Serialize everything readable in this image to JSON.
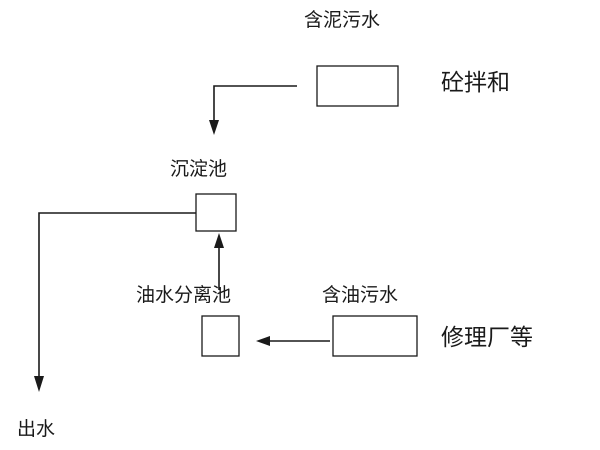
{
  "labels": {
    "mud_wastewater": "含泥污水",
    "concrete_mixing": "砼拌和",
    "sedimentation_tank": "沉淀池",
    "oil_water_separator": "油水分离池",
    "oily_wastewater": "含油污水",
    "repair_shop": "修理厂等",
    "outlet": "出水"
  }
}
